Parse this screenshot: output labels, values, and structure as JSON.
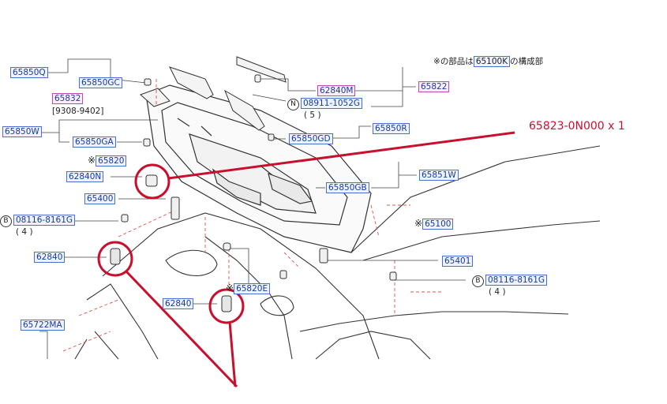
{
  "header_note": {
    "asterisk": "※",
    "prefix": "の部品は",
    "part": "65100K",
    "suffix": "の構成部"
  },
  "callout": {
    "text": "65823-0N000 x 1"
  },
  "labels": {
    "p65850Q": "65850Q",
    "p65850GC": "65850GC",
    "p65832": "65832",
    "p9308": "[9308-9402]",
    "p65850W": "65850W",
    "p65850GA": "65850GA",
    "p65820": "65820",
    "p62840N": "62840N",
    "p65400": "65400",
    "p08116_left": "08116-8161G",
    "q4_left": "( 4 )",
    "p62840_left": "62840",
    "p65820E": "65820E",
    "p62840_mid": "62840",
    "p65722MA": "65722MA",
    "p62840M": "62840M",
    "p65822": "65822",
    "p08911": "08911-1052G",
    "q5": "( 5 )",
    "p65850R": "65850R",
    "p65850GD": "65850GD",
    "p65851W": "65851W",
    "p65850GB": "65850GB",
    "p65100": "65100",
    "p65401": "65401",
    "p08116_right": "08116-8161G",
    "q4_right": "( 4 )"
  },
  "circle_letters": {
    "B": "B",
    "N": "N"
  },
  "asterisk": "※",
  "colors": {
    "annotation_red": "#c8102e",
    "label_blue": "#1a3a9a",
    "box_border": "#4a6fd0",
    "magenta_box": "#c04ab0"
  }
}
